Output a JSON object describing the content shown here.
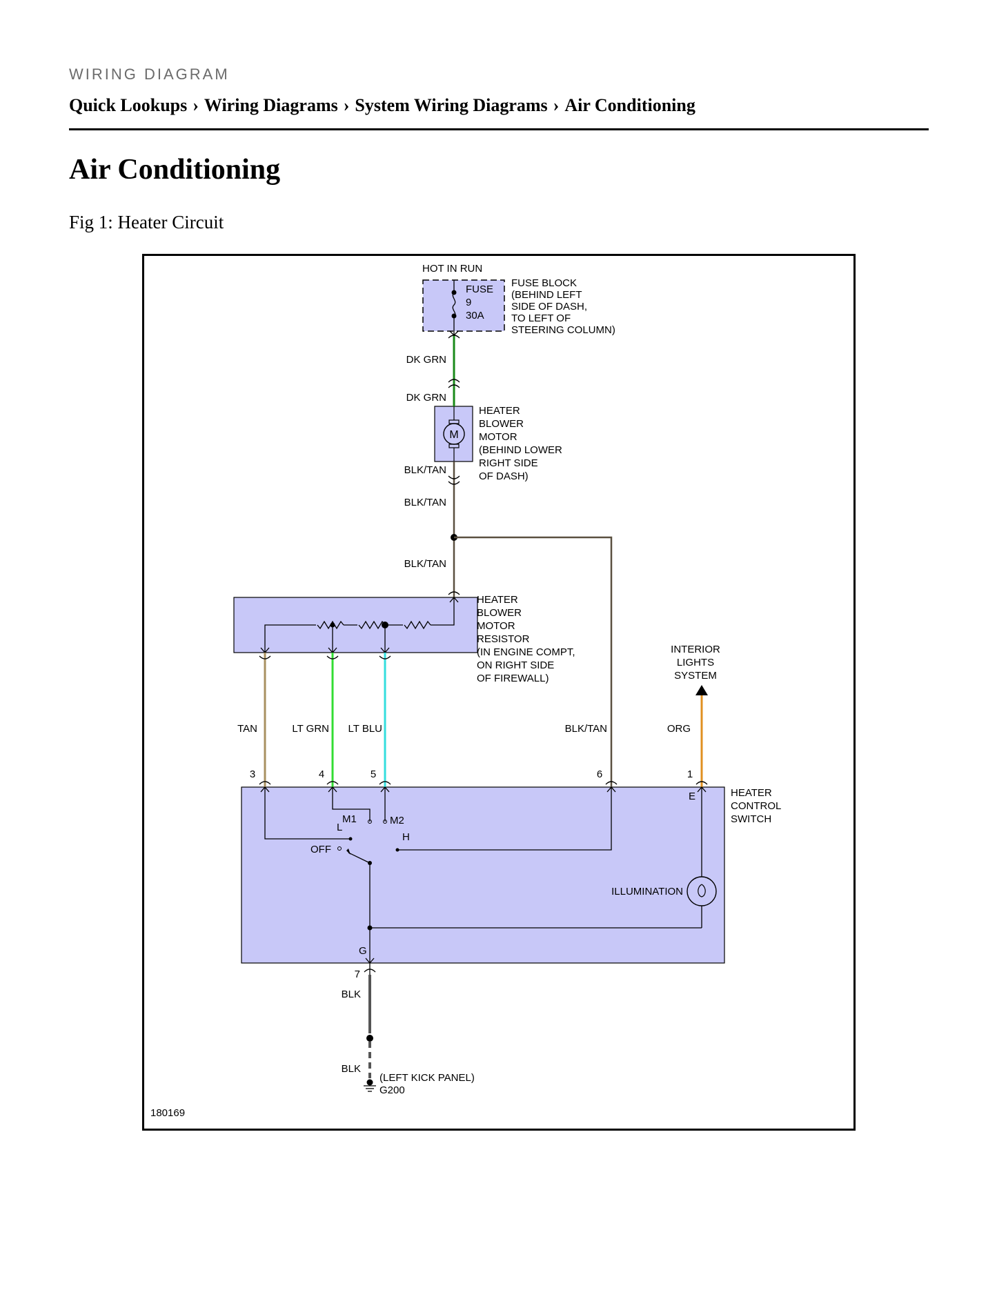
{
  "header": {
    "kicker": "WIRING DIAGRAM",
    "breadcrumb": [
      "Quick Lookups",
      "Wiring Diagrams",
      "System Wiring Diagrams",
      "Air Conditioning"
    ],
    "separator": "›"
  },
  "page_title": "Air Conditioning",
  "figure_caption": "Fig 1: Heater Circuit",
  "diagram": {
    "figure_id": "180169",
    "power_source": "HOT IN RUN",
    "fuse": {
      "label": "FUSE",
      "number": "9",
      "rating": "30A"
    },
    "fuse_block": [
      "FUSE BLOCK",
      "(BEHIND LEFT",
      "SIDE OF DASH,",
      "TO LEFT OF",
      "STEERING COLUMN)"
    ],
    "motor_symbol": "M",
    "blower_motor": [
      "HEATER",
      "BLOWER",
      "MOTOR",
      "(BEHIND LOWER",
      "RIGHT SIDE",
      "OF DASH)"
    ],
    "resistor": [
      "HEATER",
      "BLOWER",
      "MOTOR",
      "RESISTOR",
      "(IN ENGINE COMPT,",
      "ON RIGHT SIDE",
      "OF FIREWALL)"
    ],
    "interior_lights": [
      "INTERIOR",
      "LIGHTS",
      "SYSTEM"
    ],
    "control_switch": [
      "HEATER",
      "CONTROL",
      "SWITCH"
    ],
    "wires": {
      "dk_grn": "DK GRN",
      "blk_tan": "BLK/TAN",
      "tan": "TAN",
      "lt_grn": "LT GRN",
      "lt_blu": "LT BLU",
      "org": "ORG",
      "blk": "BLK"
    },
    "pins": {
      "p3": "3",
      "p4": "4",
      "p5": "5",
      "p6": "6",
      "p1": "1",
      "p7": "7"
    },
    "switch_positions": {
      "off": "OFF",
      "l": "L",
      "m1": "M1",
      "m2": "M2",
      "h": "H",
      "e": "E",
      "g": "G"
    },
    "illumination": "ILLUMINATION",
    "ground": {
      "location": "(LEFT KICK PANEL)",
      "id": "G200"
    },
    "colors": {
      "dk_grn": "#1a8a1a",
      "blk_tan": "#5a5040",
      "tan": "#a89060",
      "lt_grn": "#33dd33",
      "lt_blu": "#33dddd",
      "org": "#e09020",
      "component_fill": "#c8c8f8"
    }
  }
}
